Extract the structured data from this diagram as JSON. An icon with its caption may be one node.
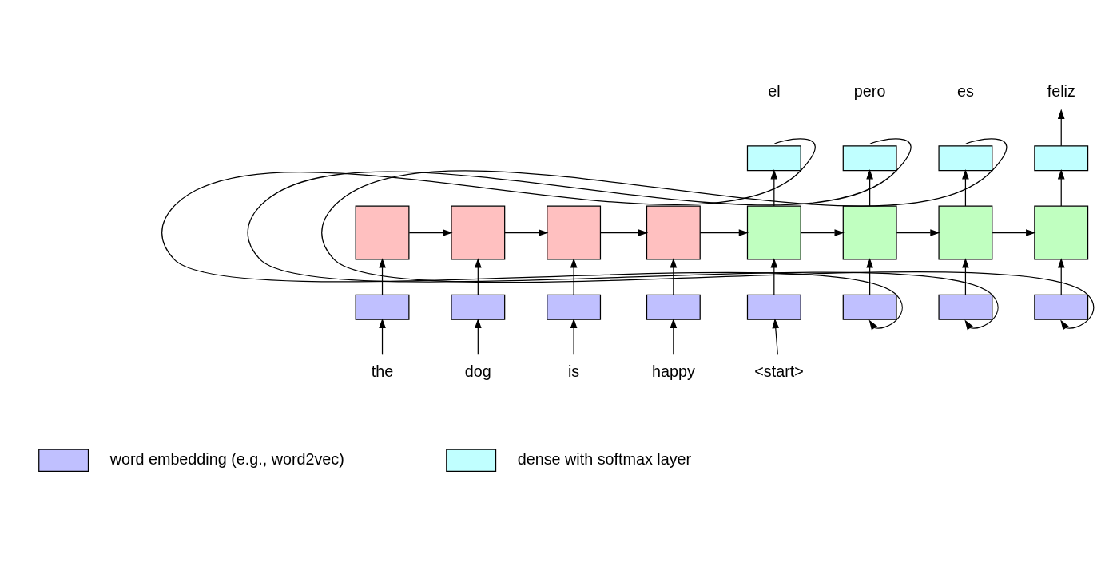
{
  "diagram": {
    "nodes": [
      {
        "text": [
          "the"
        ]
      },
      {
        "text": [
          "dog"
        ]
      },
      {
        "text": [
          "is"
        ]
      },
      {
        "text": [
          "happy"
        ]
      },
      {
        "text": [],
        "shape": "box"
      },
      {
        "text": [],
        "shape": "box"
      },
      {
        "text": [],
        "shape": "box"
      },
      {
        "text": [],
        "shape": "box"
      },
      {
        "text": [],
        "shape": "box"
      },
      {
        "text": [],
        "shape": "box"
      },
      {
        "text": [],
        "shape": "box"
      },
      {
        "text": [],
        "shape": "box"
      },
      {
        "text": [
          "<start>"
        ]
      },
      {
        "text": [],
        "shape": "box"
      },
      {
        "text": [],
        "shape": "box"
      },
      {
        "text": [],
        "shape": "box"
      },
      {
        "text": [],
        "shape": "box"
      },
      {
        "text": [],
        "shape": "box"
      },
      {
        "text": [],
        "shape": "box"
      },
      {
        "text": [],
        "shape": "box"
      },
      {
        "text": [],
        "shape": "box"
      },
      {
        "text": [],
        "shape": "box"
      },
      {
        "text": [],
        "shape": "box"
      },
      {
        "text": [],
        "shape": "box"
      },
      {
        "text": [],
        "shape": "box"
      },
      {
        "text": [
          "feliz"
        ]
      }
    ],
    "edges": [
      {
        "from": 0,
        "to": 4,
        "arrow": "to"
      },
      {
        "from": 1,
        "to": 5,
        "arrow": "to"
      },
      {
        "from": 2,
        "to": 6,
        "arrow": "to"
      },
      {
        "from": 3,
        "to": 7,
        "arrow": "to"
      },
      {
        "from": 4,
        "to": 8,
        "arrow": "to"
      },
      {
        "from": 5,
        "to": 9,
        "arrow": "to"
      },
      {
        "from": 6,
        "to": 10,
        "arrow": "to"
      },
      {
        "from": 7,
        "to": 11,
        "arrow": "to"
      },
      {
        "from": 8,
        "to": 9,
        "arrow": "to"
      },
      {
        "from": 9,
        "to": 10,
        "arrow": "to"
      },
      {
        "from": 10,
        "to": 11,
        "arrow": "to"
      },
      {
        "from": 11,
        "to": 17,
        "arrow": "to"
      },
      {
        "from": 12,
        "to": 13,
        "arrow": "to"
      },
      {
        "from": 13,
        "to": 17,
        "arrow": "to"
      },
      {
        "from": 14,
        "to": 18,
        "arrow": "to"
      },
      {
        "from": 15,
        "to": 19,
        "arrow": "to"
      },
      {
        "from": 16,
        "to": 20,
        "arrow": "to"
      },
      {
        "from": 17,
        "to": 18,
        "arrow": "to"
      },
      {
        "from": 18,
        "to": 19,
        "arrow": "to"
      },
      {
        "from": 19,
        "to": 20,
        "arrow": "to"
      },
      {
        "from": 17,
        "to": 21,
        "arrow": "to"
      },
      {
        "from": 18,
        "to": 22,
        "arrow": "to"
      },
      {
        "from": 19,
        "to": 23,
        "arrow": "to"
      },
      {
        "from": 20,
        "to": 24,
        "arrow": "to"
      },
      {
        "from": 21,
        "to": 14,
        "arrow": "to"
      },
      {
        "from": 22,
        "to": 15,
        "arrow": "to"
      },
      {
        "from": 23,
        "to": 16,
        "arrow": "to"
      },
      {
        "from": 24,
        "to": 25,
        "arrow": "to"
      }
    ],
    "labels": [
      "el",
      "pero",
      "es"
    ],
    "legend": [
      {
        "text": "word embedding (e.g., word2vec)",
        "color": "#c0c0ff"
      },
      {
        "text": "dense with softmax layer",
        "color": "#c0ffff"
      }
    ]
  }
}
